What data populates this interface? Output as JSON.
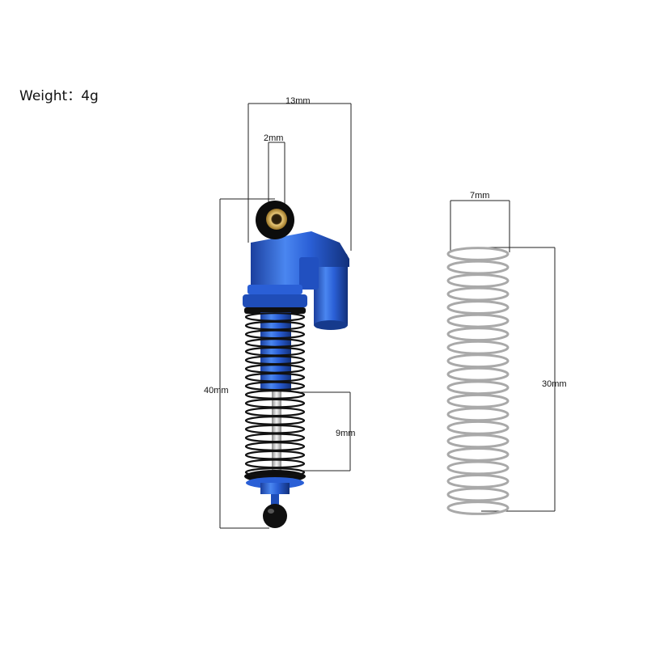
{
  "weight_label": "Weight：4g",
  "dimensions": {
    "shock_width": "13mm",
    "bushing_bore": "2mm",
    "shock_length": "40mm",
    "stroke": "9mm",
    "spring_diameter": "7mm",
    "spring_length": "30mm"
  },
  "colors": {
    "anodized_blue": "#2a5fd6",
    "spring_black": "#111111",
    "spring_silver": "#a9a9a9",
    "brass": "#c9a24a"
  }
}
